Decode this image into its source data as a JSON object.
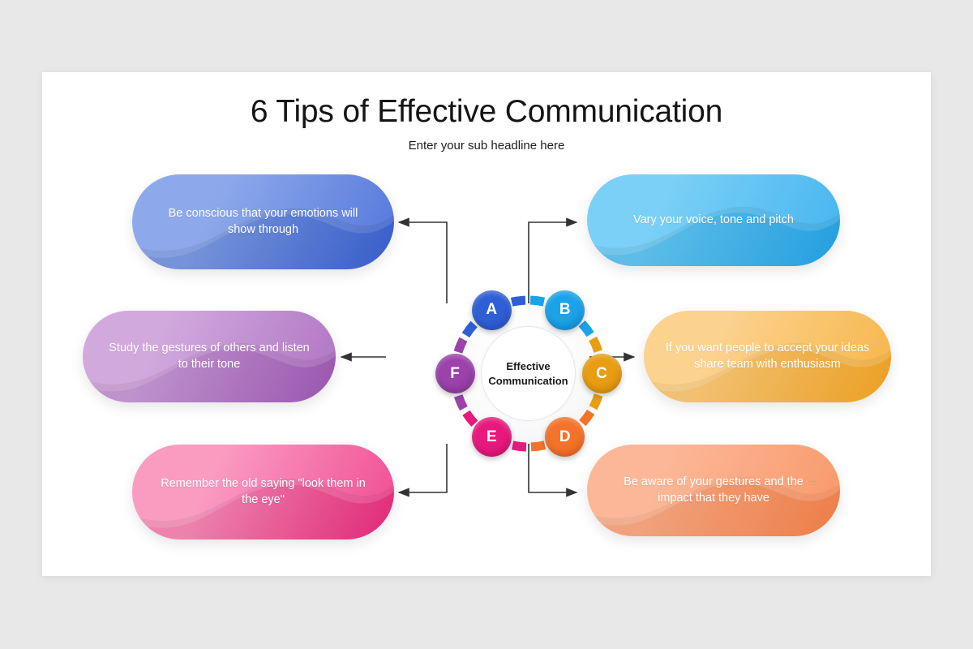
{
  "slide": {
    "title": "6 Tips of Effective Communication",
    "subtitle": "Enter your sub headline here",
    "background_color": "#e8e8e9",
    "card_color": "#ffffff"
  },
  "hub": {
    "label_line1": "Effective",
    "label_line2": "Communication",
    "label": "Effective Communication"
  },
  "nodes": [
    {
      "letter": "A",
      "color": "#2f5fd4",
      "color_dark": "#2a4fb8"
    },
    {
      "letter": "B",
      "color": "#1aa3e8",
      "color_dark": "#1189cc"
    },
    {
      "letter": "C",
      "color": "#e89d12",
      "color_dark": "#cf860a"
    },
    {
      "letter": "D",
      "color": "#f4732a",
      "color_dark": "#e0601a"
    },
    {
      "letter": "E",
      "color": "#e8197d",
      "color_dark": "#cc0f69"
    },
    {
      "letter": "F",
      "color": "#9b42ab",
      "color_dark": "#853593"
    }
  ],
  "tips": [
    {
      "key": "A",
      "text": "Be conscious that your emotions will show through",
      "color_light": "#7e9de8",
      "color_dark": "#3a63d6"
    },
    {
      "key": "B",
      "text": "Vary your voice, tone and pitch",
      "color_light": "#63c8f5",
      "color_dark": "#25a7ec"
    },
    {
      "key": "C",
      "text": "If you want people to accept your ideas share team with enthusiasm",
      "color_light": "#fbc978",
      "color_dark": "#f5a623"
    },
    {
      "key": "D",
      "text": "Be aware of your gestures and the impact that they have",
      "color_light": "#fba982",
      "color_dark": "#f7834b"
    },
    {
      "key": "E",
      "text": "Remember the old saying \"look them in the eye\"",
      "color_light": "#f98bb6",
      "color_dark": "#ee2b7f"
    },
    {
      "key": "F",
      "text": "Study the gestures of others and listen to their tone",
      "color_light": "#c99ad8",
      "color_dark": "#a25bb8"
    }
  ],
  "ring_segments": [
    {
      "from": "A",
      "to": "B",
      "color": "#3a63d6"
    },
    {
      "from": "A",
      "to": "B",
      "color": "#1aa3e8"
    },
    {
      "from": "B",
      "to": "C",
      "color": "#1aa3e8"
    },
    {
      "from": "B",
      "to": "C",
      "color": "#f5a623"
    },
    {
      "from": "C",
      "to": "D",
      "color": "#f5a623"
    },
    {
      "from": "C",
      "to": "D",
      "color": "#f4732a"
    },
    {
      "from": "D",
      "to": "E",
      "color": "#f4732a"
    },
    {
      "from": "D",
      "to": "E",
      "color": "#e8197d"
    },
    {
      "from": "E",
      "to": "F",
      "color": "#e8197d"
    },
    {
      "from": "E",
      "to": "F",
      "color": "#9b42ab"
    },
    {
      "from": "F",
      "to": "A",
      "color": "#9b42ab"
    },
    {
      "from": "F",
      "to": "A",
      "color": "#3a63d6"
    }
  ],
  "connectors": {
    "arrow_color": "#333333"
  }
}
